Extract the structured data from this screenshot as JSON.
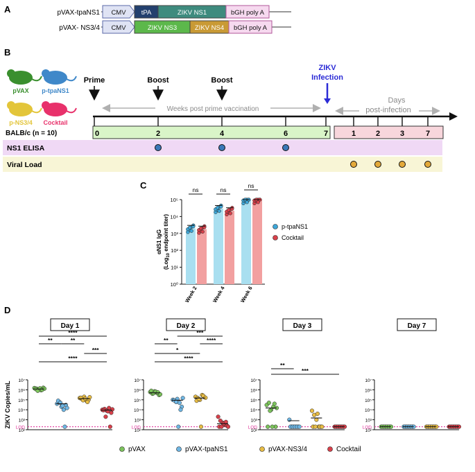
{
  "panel_labels": {
    "a": "A",
    "b": "B",
    "c": "C",
    "d": "D"
  },
  "panel_a": {
    "constructs": [
      {
        "name": "pVAX-tpaNS1",
        "elements": [
          {
            "label": "CMV",
            "color": "#dfe3f4"
          },
          {
            "label": "tPA",
            "color": "#23406e"
          },
          {
            "label": "ZIKV NS1",
            "color": "#3e8b7e"
          },
          {
            "label": "bGH poly A",
            "color": "#f6d9ef"
          }
        ]
      },
      {
        "name": "pVAX- NS3/4",
        "elements": [
          {
            "label": "CMV",
            "color": "#dfe3f4"
          },
          {
            "label": "ZIKV NS3",
            "color": "#5cb84b"
          },
          {
            "label": "ZIKV NS4",
            "color": "#c99a35"
          },
          {
            "label": "bGH poly A",
            "color": "#f6d9ef"
          }
        ]
      }
    ]
  },
  "panel_b": {
    "groups": [
      {
        "label": "pVAX",
        "color": "#3a8f2e"
      },
      {
        "label": "p-tpaNS1",
        "color": "#3f88c9"
      },
      {
        "label": "p-NS3/4",
        "color": "#e3c53a"
      },
      {
        "label": "Cocktail",
        "color": "#e8316b"
      }
    ],
    "events": {
      "prime": "Prime",
      "boost1": "Boost",
      "boost2": "Boost",
      "infection": "ZIKV Infection"
    },
    "weeks_label": "Weeks post prime vaccination",
    "days_label_1": "Days",
    "days_label_2": "post-infection",
    "mouse_label": "BALB/c (n = 10)",
    "weeks": [
      "0",
      "2",
      "4",
      "6",
      "7"
    ],
    "days": [
      "1",
      "2",
      "3",
      "7"
    ],
    "rows": {
      "elisa": "NS1 ELISA",
      "viral": "Viral Load"
    }
  },
  "chart_data": [
    {
      "type": "bar",
      "ylabel": "αNS1 IgG (Log10 endpoint titer)",
      "ylabel_main": "αNS1 IgG",
      "ylabel_sub": "(Log",
      "ylabel_sub2": "10",
      "ylabel_sub3": " endpoint titer)",
      "categories": [
        "Week 2",
        "Week 4",
        "Week 6"
      ],
      "y_scale": "log",
      "ylim": [
        1,
        100000
      ],
      "yticks": [
        "10⁰",
        "10¹",
        "10²",
        "10³",
        "10⁴",
        "10⁵"
      ],
      "series": [
        {
          "name": "p-tpaNS1",
          "color": "#a9dff0",
          "point_color": "#3ea7d9",
          "values": [
            2000,
            30000,
            100000
          ]
        },
        {
          "name": "Cocktail",
          "color": "#f2a0a0",
          "point_color": "#d9414b",
          "values": [
            1800,
            22000,
            100000
          ]
        }
      ],
      "annotations": [
        "ns",
        "ns",
        "ns"
      ]
    },
    {
      "type": "scatter",
      "ylabel": "ZIKV Copies/mL",
      "y_scale": "log",
      "ylim": [
        100,
        10000000
      ],
      "yticks": [
        "10²",
        "10³",
        "10⁴",
        "10⁵",
        "10⁶",
        "10⁷"
      ],
      "lod_label": "LOD",
      "lod_value": 200,
      "categories": [
        "pVAX",
        "pVAX-tpaNS1",
        "pVAX-NS3/4",
        "Cocktail"
      ],
      "colors": [
        "#7cc35c",
        "#6fb6e3",
        "#e8bd45",
        "#d9414b"
      ],
      "panels": [
        {
          "title": "Day 1",
          "means": [
            1200000,
            40000,
            130000,
            9000
          ],
          "values": [
            [
              1500000.0,
              1300000.0,
              1100000.0,
              900000.0,
              1600000.0,
              1200000.0,
              800000.0,
              1400000.0,
              1000000.0,
              1300000.0
            ],
            [
              40000.0,
              60000.0,
              20000.0,
              10000.0,
              30000.0,
              80000.0,
              50000.0,
              25000.0,
              200,
              15000.0
            ],
            [
              150000.0,
              120000.0,
              200000.0,
              80000.0,
              100000.0,
              160000.0,
              90000.0,
              130000.0,
              60000.0,
              180000.0
            ],
            [
              10000.0,
              12000.0,
              8000.0,
              15000.0,
              5000.0,
              9000.0,
              2000.0,
              7000.0,
              200,
              11000.0
            ]
          ],
          "sig": [
            {
              "a": 0,
              "b": 3,
              "text": "****"
            },
            {
              "a": 0,
              "b": 1,
              "text": "**"
            },
            {
              "a": 1,
              "b": 2,
              "text": "**"
            },
            {
              "a": 2,
              "b": 3,
              "text": "***"
            },
            {
              "a": 0,
              "b": 3,
              "text": "****"
            }
          ]
        },
        {
          "title": "Day 2",
          "means": [
            500000,
            90000,
            150000,
            400
          ],
          "values": [
            [
              600000.0,
              400000.0,
              700000.0,
              500000.0,
              300000.0,
              800000.0,
              450000.0,
              650000.0,
              550000.0,
              350000.0
            ],
            [
              100000.0,
              80000.0,
              120000.0,
              50000.0,
              20000.0,
              90000.0,
              60000.0,
              200,
              10000.0,
              150000.0
            ],
            [
              200000.0,
              150000.0,
              100000.0,
              300000.0,
              180000.0,
              80000.0,
              120000.0,
              200,
              250000.0,
              160000.0
            ],
            [
              2000.0,
              800,
              500,
              300,
              250,
              200,
              200,
              400,
              600,
              200
            ]
          ],
          "sig": [
            {
              "a": 1,
              "b": 3,
              "text": "***"
            },
            {
              "a": 0,
              "b": 1,
              "text": "**"
            },
            {
              "a": 2,
              "b": 3,
              "text": "****"
            },
            {
              "a": 0,
              "b": 2,
              "text": "*"
            },
            {
              "a": 0,
              "b": 3,
              "text": "****"
            }
          ]
        },
        {
          "title": "Day 3",
          "means": [
            15000,
            800,
            1500,
            200
          ],
          "values": [
            [
              30000.0,
              50000.0,
              10000.0,
              20000.0,
              200,
              200,
              8000.0,
              200,
              40000.0,
              15000.0
            ],
            [
              1000.0,
              200,
              200,
              200,
              200,
              200,
              200,
              200,
              200,
              200
            ],
            [
              8000.0,
              3000.0,
              1000.0,
              200,
              200,
              200,
              200,
              4000.0,
              200,
              200
            ],
            [
              200,
              200,
              200,
              200,
              200,
              200,
              200,
              200,
              200,
              200
            ]
          ],
          "sig": [
            {
              "a": 0,
              "b": 1,
              "text": "**"
            },
            {
              "a": 0,
              "b": 3,
              "text": "***"
            }
          ]
        },
        {
          "title": "Day 7",
          "means": [
            200,
            200,
            200,
            200
          ],
          "values": [
            [
              200,
              200,
              200,
              200,
              200,
              200,
              200,
              200,
              200,
              200
            ],
            [
              200,
              200,
              200,
              200,
              200,
              200,
              200,
              200,
              200,
              200
            ],
            [
              200,
              200,
              200,
              200,
              200,
              200,
              200,
              200,
              200,
              200
            ],
            [
              200,
              200,
              200,
              200,
              200,
              200,
              200,
              200,
              200,
              200
            ]
          ],
          "sig": []
        }
      ]
    }
  ]
}
